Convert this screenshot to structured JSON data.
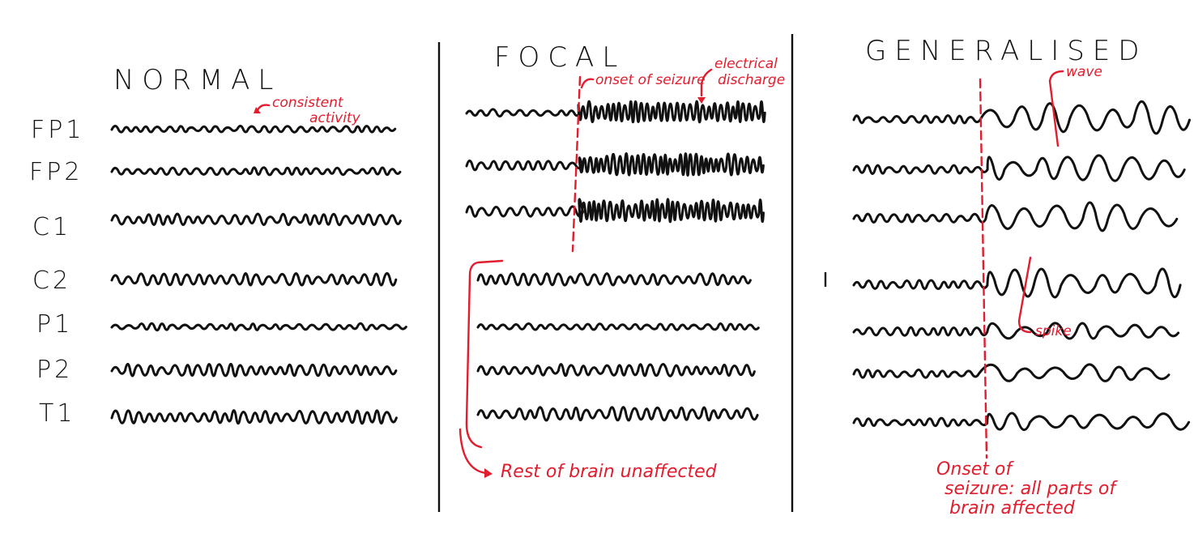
{
  "panels": {
    "normal": {
      "title": "NORMAL",
      "annotation": [
        "consistent",
        "activity"
      ],
      "channels": [
        "FP1",
        "FP2",
        "C1",
        "C2",
        "P1",
        "P2",
        "T1"
      ]
    },
    "focal": {
      "title": "FOCAL",
      "onset_note": "onset of seizure",
      "discharge_note": [
        "electrical",
        "discharge"
      ],
      "unaffected_note": "Rest of brain unaffected"
    },
    "generalised": {
      "title": "GENERALISED",
      "wave_note": "wave",
      "spike_note": "spike",
      "onset_note": [
        "Onset of",
        "seizure: all parts of",
        "brain affected"
      ]
    }
  },
  "colors": {
    "ink": "#111111",
    "annotation": "#e11d2e"
  }
}
